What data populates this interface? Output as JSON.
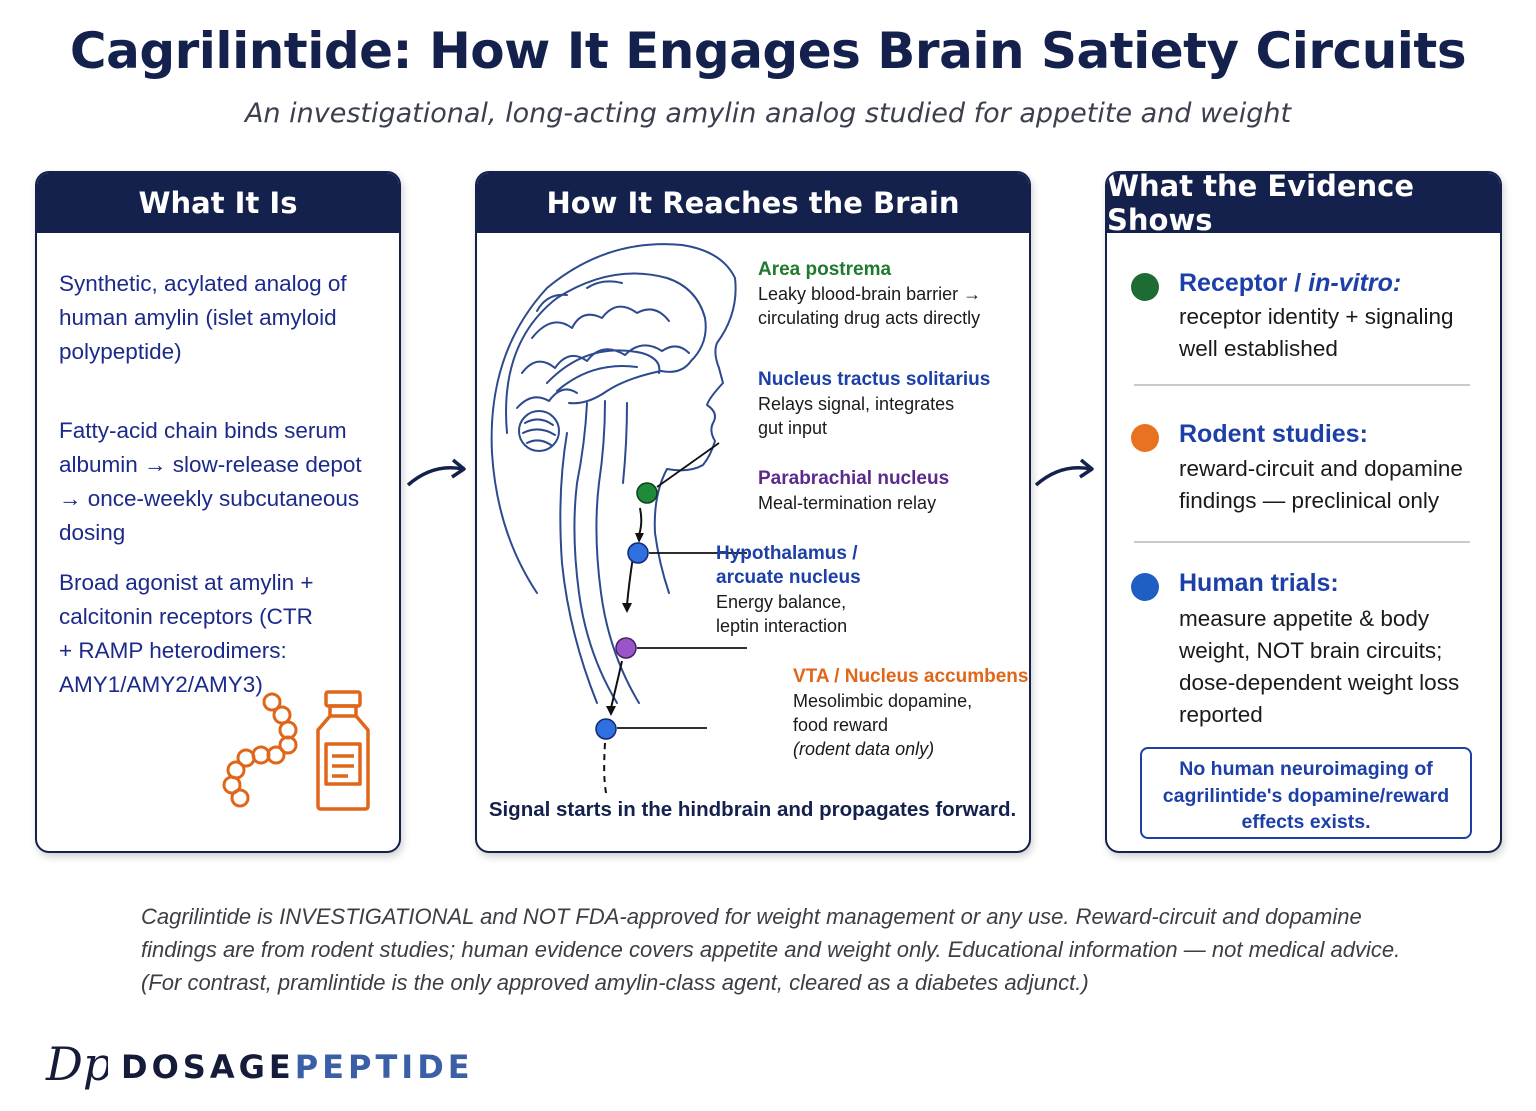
{
  "title": "Cagrilintide: How It Engages Brain Satiety Circuits",
  "subtitle": "An investigational, long-acting amylin analog studied for appetite and weight",
  "panel_what": {
    "header": "What It Is",
    "items": [
      "Synthetic, acylated analog of human amylin (islet amyloid polypeptide)",
      "Fatty-acid chain binds serum albumin → slow-release depot → once-weekly subcutaneous dosing",
      "Broad agonist at amylin + calcitonin receptors (CTR + RAMP heterodimers: AMY1/AMY2/AMY3)"
    ],
    "icons": [
      "peptide-chain-icon",
      "vial-icon"
    ]
  },
  "panel_brain": {
    "header": "How It Reaches the Brain",
    "regions": [
      {
        "name": "Area postrema",
        "desc1": "Leaky blood-brain barrier →",
        "desc2": "circulating drug acts directly",
        "color": "#1f8a3a"
      },
      {
        "name": "Nucleus tractus solitarius",
        "desc1": "Relays signal, integrates",
        "desc2": "gut input",
        "color": "#2f6fe0"
      },
      {
        "name": "Parabrachial nucleus",
        "desc1": "Meal-termination relay",
        "color": "#9a55c8"
      },
      {
        "name1": "Hypothalamus /",
        "name2": "arcuate nucleus",
        "desc1": "Energy balance,",
        "desc2": "leptin interaction",
        "color": "#2f6fe0"
      },
      {
        "name": "VTA / Nucleus accumbens",
        "desc1": "Mesolimbic dopamine,",
        "desc2": "food reward",
        "note": "(rodent data only)",
        "color": "#ea6a1f"
      }
    ],
    "caption": "Signal starts in the hindbrain and propagates forward."
  },
  "panel_evidence": {
    "header": "What the Evidence Shows",
    "items": [
      {
        "title_a": "Receptor / ",
        "title_b": "in-vitro:",
        "body": "receptor identity + signaling well established",
        "color": "#1e6b34"
      },
      {
        "title": "Rodent studies:",
        "body": "reward-circuit and dopamine findings — preclinical only",
        "color": "#e8721f"
      },
      {
        "title": "Human trials:",
        "body": "measure appetite & body weight, NOT brain circuits; dose-dependent weight loss reported",
        "color": "#1f5fc4"
      }
    ],
    "note": "No human neuroimaging of cagrilintide's dopamine/reward effects exists."
  },
  "footer": "Cagrilintide is INVESTIGATIONAL and NOT FDA-approved for weight management or any use. Reward-circuit and dopamine findings are from rodent studies; human evidence covers appetite and weight only. Educational information — not medical advice. (For contrast, pramlintide is the only approved amylin-class agent, cleared as a diabetes adjunct.)",
  "logo": {
    "mark": "Dp",
    "part1": "DOSAGE",
    "part2": "PEPTIDE"
  }
}
